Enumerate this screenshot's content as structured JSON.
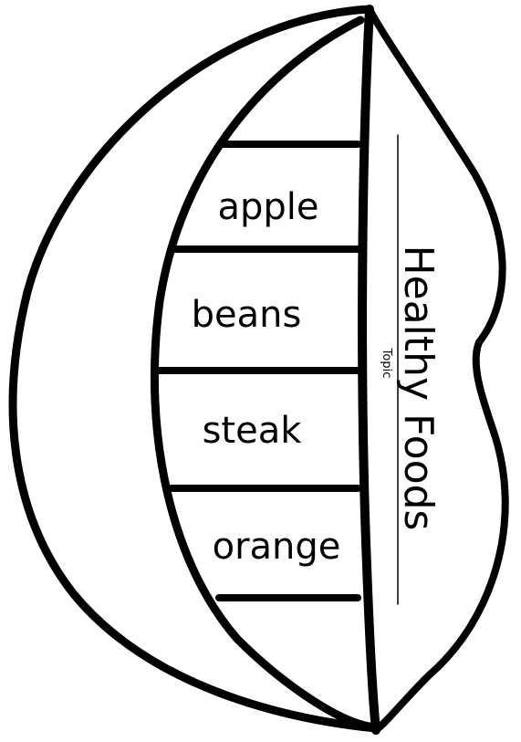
{
  "organizer": {
    "topic": "Healthy Foods",
    "topic_caption": "Topic",
    "items": [
      {
        "label": "apple"
      },
      {
        "label": "beans"
      },
      {
        "label": "steak"
      },
      {
        "label": "orange"
      }
    ]
  }
}
